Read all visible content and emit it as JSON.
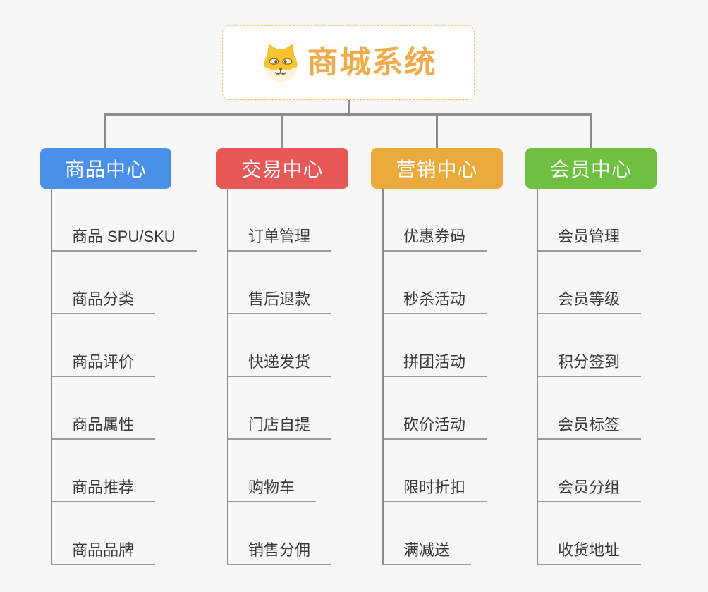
{
  "page": {
    "background_color": "#f7f7f7",
    "connector_color": "#8c8c8c"
  },
  "root_node": {
    "title": "商城系统",
    "icon": "shiba-dog-icon",
    "title_color": "#f0ac4b",
    "border_color": "#f2c272"
  },
  "branches": [
    {
      "label": "商品中心",
      "color": "#4a90e8",
      "children": [
        "商品 SPU/SKU",
        "商品分类",
        "商品评价",
        "商品属性",
        "商品推荐",
        "商品品牌"
      ]
    },
    {
      "label": "交易中心",
      "color": "#e65957",
      "children": [
        "订单管理",
        "售后退款",
        "快递发货",
        "门店自提",
        "购物车",
        "销售分佣"
      ]
    },
    {
      "label": "营销中心",
      "color": "#ebaa3c",
      "children": [
        "优惠券码",
        "秒杀活动",
        "拼团活动",
        "砍价活动",
        "限时折扣",
        "满减送"
      ]
    },
    {
      "label": "会员中心",
      "color": "#6fbf40",
      "children": [
        "会员管理",
        "会员等级",
        "积分签到",
        "会员标签",
        "会员分组",
        "收货地址"
      ]
    }
  ]
}
